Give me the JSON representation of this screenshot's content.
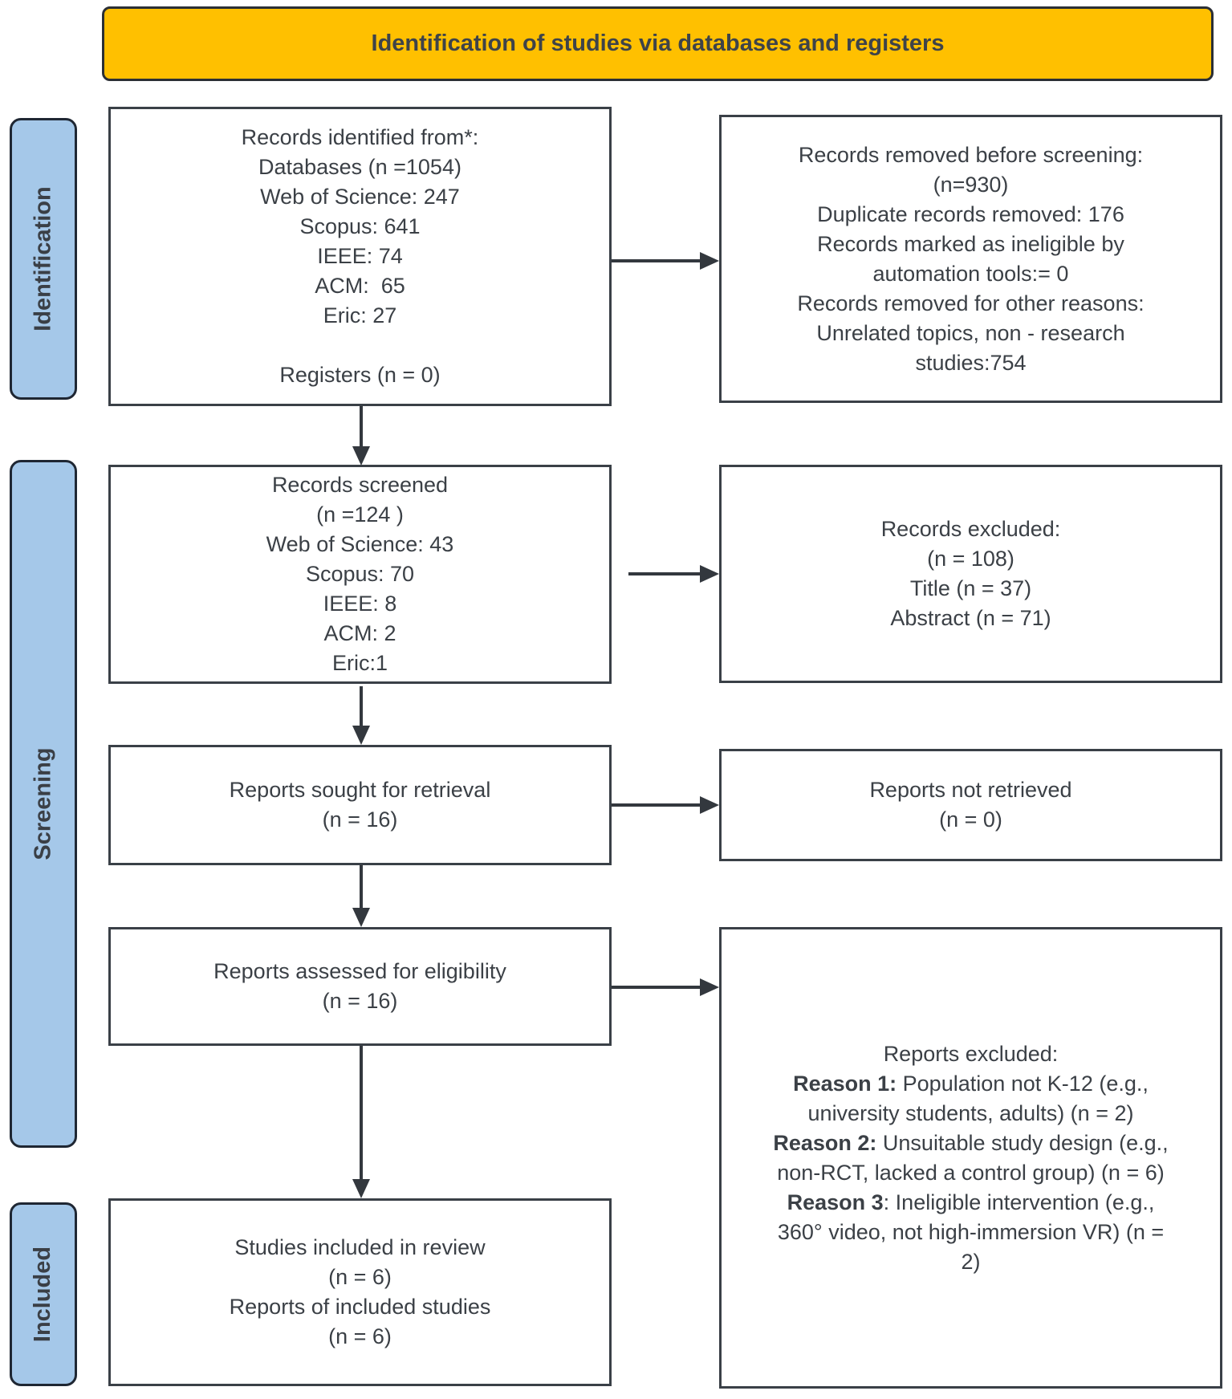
{
  "title": "Identification of studies via databases and registers",
  "colors": {
    "header_bg": "#FFC000",
    "sidebar_bg": "#A5C8E9",
    "arrow": "#33383E",
    "box_border": "#3A4047",
    "text": "#3B4046"
  },
  "sidebar": {
    "items": [
      {
        "label": "Identification"
      },
      {
        "label": "Screening"
      },
      {
        "label": "Included"
      }
    ]
  },
  "boxes": {
    "records_identified": {
      "lines": [
        {
          "t": "Records identified from*:"
        },
        {
          "t": "Databases (n =1054)"
        },
        {
          "t": "Web of Science: 247"
        },
        {
          "t": "Scopus: 641"
        },
        {
          "t": "IEEE: 74"
        },
        {
          "t": "ACM:  65"
        },
        {
          "t": "Eric: 27"
        },
        {
          "t": ""
        },
        {
          "t": "Registers (n = 0)"
        }
      ]
    },
    "records_removed": {
      "lines": [
        {
          "t": "Records removed before screening:"
        },
        {
          "t": "(n=930)"
        },
        {
          "t": "Duplicate records removed: 176"
        },
        {
          "t": "Records marked as ineligible by"
        },
        {
          "t": "automation tools:= 0"
        },
        {
          "t": "Records removed for other reasons:"
        },
        {
          "t": "Unrelated topics, non - research"
        },
        {
          "t": "studies:754"
        }
      ]
    },
    "records_screened": {
      "lines": [
        {
          "t": "Records screened"
        },
        {
          "t": "(n =124 )"
        },
        {
          "t": "Web of Science: 43"
        },
        {
          "t": "Scopus: 70"
        },
        {
          "t": "IEEE: 8"
        },
        {
          "t": "ACM: 2"
        },
        {
          "t": "Eric:1"
        }
      ]
    },
    "records_excluded": {
      "lines": [
        {
          "t": "Records excluded:"
        },
        {
          "t": "(n = 108)"
        },
        {
          "t": "Title (n = 37)"
        },
        {
          "t": "Abstract (n = 71)"
        }
      ]
    },
    "reports_sought": {
      "lines": [
        {
          "t": "Reports sought for retrieval"
        },
        {
          "t": "(n = 16)"
        }
      ]
    },
    "reports_not_retrieved": {
      "lines": [
        {
          "t": "Reports not retrieved"
        },
        {
          "t": "(n = 0)"
        }
      ]
    },
    "reports_assessed": {
      "lines": [
        {
          "t": "Reports assessed for eligibility"
        },
        {
          "t": "(n = 16)"
        }
      ]
    },
    "reports_excluded": {
      "lines": [
        {
          "t": "Reports excluded:"
        },
        {
          "b": "Reason 1:",
          "t": " Population not K-12 (e.g.,"
        },
        {
          "t": "university students, adults) (n = 2)"
        },
        {
          "b": "Reason 2:",
          "t": " Unsuitable study design (e.g.,"
        },
        {
          "t": "non-RCT, lacked a control group) (n = 6)"
        },
        {
          "b": "Reason 3",
          "t": ": Ineligible intervention (e.g.,"
        },
        {
          "t": "360° video, not high-immersion VR) (n ="
        },
        {
          "t": "2)"
        }
      ]
    },
    "studies_included": {
      "lines": [
        {
          "t": "Studies included in review"
        },
        {
          "t": "(n = 6)"
        },
        {
          "t": "Reports of included studies"
        },
        {
          "t": "(n = 6)"
        }
      ]
    }
  }
}
